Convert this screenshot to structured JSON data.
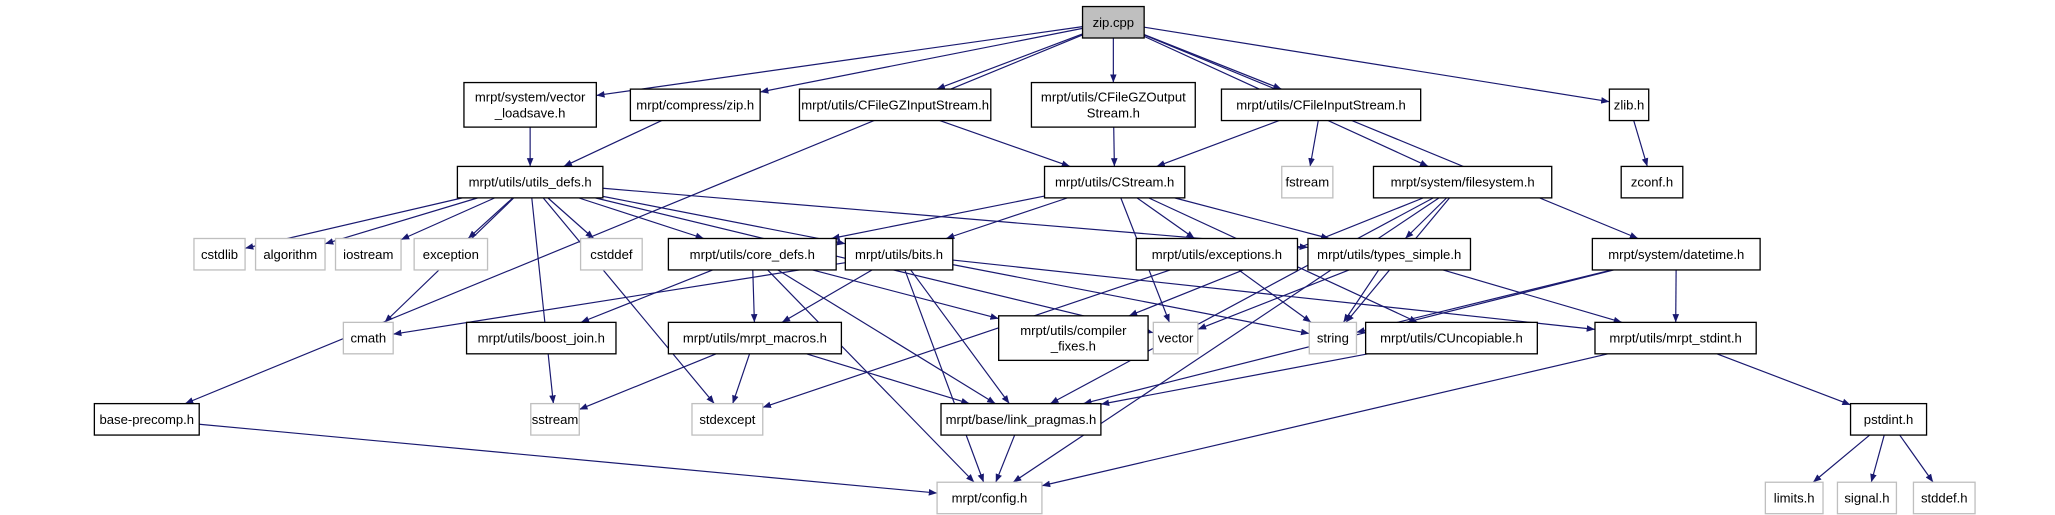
{
  "title": "zip.cpp",
  "colors": {
    "edge": "#191970",
    "root_fill": "#bfbfbf",
    "system_border": "#bfbfbf"
  },
  "nodes": {
    "zip_cpp": {
      "lines": [
        "zip.cpp"
      ],
      "kind": "root"
    },
    "vector_loadsave": {
      "lines": [
        "mrpt/system/vector",
        "_loadsave.h"
      ],
      "kind": "local"
    },
    "compress_zip": {
      "lines": [
        "mrpt/compress/zip.h"
      ],
      "kind": "local"
    },
    "gzin": {
      "lines": [
        "mrpt/utils/CFileGZInputStream.h"
      ],
      "kind": "local"
    },
    "gzout": {
      "lines": [
        "mrpt/utils/CFileGZOutput",
        "Stream.h"
      ],
      "kind": "local"
    },
    "finput": {
      "lines": [
        "mrpt/utils/CFileInputStream.h"
      ],
      "kind": "local"
    },
    "zlib": {
      "lines": [
        "zlib.h"
      ],
      "kind": "local"
    },
    "utils_defs": {
      "lines": [
        "mrpt/utils/utils_defs.h"
      ],
      "kind": "local"
    },
    "cstream": {
      "lines": [
        "mrpt/utils/CStream.h"
      ],
      "kind": "local"
    },
    "fstream": {
      "lines": [
        "fstream"
      ],
      "kind": "system"
    },
    "filesystem": {
      "lines": [
        "mrpt/system/filesystem.h"
      ],
      "kind": "local"
    },
    "zconf": {
      "lines": [
        "zconf.h"
      ],
      "kind": "local"
    },
    "cstdlib": {
      "lines": [
        "cstdlib"
      ],
      "kind": "system"
    },
    "algorithm": {
      "lines": [
        "algorithm"
      ],
      "kind": "system"
    },
    "iostream": {
      "lines": [
        "iostream"
      ],
      "kind": "system"
    },
    "exception": {
      "lines": [
        "exception"
      ],
      "kind": "system"
    },
    "cstddef": {
      "lines": [
        "cstddef"
      ],
      "kind": "system"
    },
    "core_defs": {
      "lines": [
        "mrpt/utils/core_defs.h"
      ],
      "kind": "local"
    },
    "bits": {
      "lines": [
        "mrpt/utils/bits.h"
      ],
      "kind": "local"
    },
    "exceptions": {
      "lines": [
        "mrpt/utils/exceptions.h"
      ],
      "kind": "local"
    },
    "types_simple": {
      "lines": [
        "mrpt/utils/types_simple.h"
      ],
      "kind": "local"
    },
    "datetime": {
      "lines": [
        "mrpt/system/datetime.h"
      ],
      "kind": "local"
    },
    "cmath": {
      "lines": [
        "cmath"
      ],
      "kind": "system"
    },
    "boost_join": {
      "lines": [
        "mrpt/utils/boost_join.h"
      ],
      "kind": "local"
    },
    "mrpt_macros": {
      "lines": [
        "mrpt/utils/mrpt_macros.h"
      ],
      "kind": "local"
    },
    "compiler_fixes": {
      "lines": [
        "mrpt/utils/compiler",
        "_fixes.h"
      ],
      "kind": "local"
    },
    "vector": {
      "lines": [
        "vector"
      ],
      "kind": "system"
    },
    "string": {
      "lines": [
        "string"
      ],
      "kind": "system"
    },
    "cuncopiable": {
      "lines": [
        "mrpt/utils/CUncopiable.h"
      ],
      "kind": "local"
    },
    "mrpt_stdint": {
      "lines": [
        "mrpt/utils/mrpt_stdint.h"
      ],
      "kind": "local"
    },
    "base_precomp": {
      "lines": [
        "base-precomp.h"
      ],
      "kind": "local"
    },
    "sstream": {
      "lines": [
        "sstream"
      ],
      "kind": "system"
    },
    "stdexcept": {
      "lines": [
        "stdexcept"
      ],
      "kind": "system"
    },
    "link_pragmas": {
      "lines": [
        "mrpt/base/link_pragmas.h"
      ],
      "kind": "local"
    },
    "pstdint": {
      "lines": [
        "pstdint.h"
      ],
      "kind": "local"
    },
    "config": {
      "lines": [
        "mrpt/config.h"
      ],
      "kind": "system"
    },
    "limits": {
      "lines": [
        "limits.h"
      ],
      "kind": "system"
    },
    "signal": {
      "lines": [
        "signal.h"
      ],
      "kind": "system"
    },
    "stddef": {
      "lines": [
        "stddef.h"
      ],
      "kind": "system"
    }
  },
  "edges": [
    [
      "zip_cpp",
      "vector_loadsave"
    ],
    [
      "zip_cpp",
      "compress_zip"
    ],
    [
      "zip_cpp",
      "gzin"
    ],
    [
      "zip_cpp",
      "gzout"
    ],
    [
      "zip_cpp",
      "finput"
    ],
    [
      "zip_cpp",
      "zlib"
    ],
    [
      "zip_cpp",
      "filesystem"
    ],
    [
      "zip_cpp",
      "datetime"
    ],
    [
      "zip_cpp",
      "base_precomp"
    ],
    [
      "vector_loadsave",
      "utils_defs"
    ],
    [
      "compress_zip",
      "utils_defs"
    ],
    [
      "gzin",
      "cstream"
    ],
    [
      "gzout",
      "cstream"
    ],
    [
      "finput",
      "cstream"
    ],
    [
      "finput",
      "fstream"
    ],
    [
      "zlib",
      "zconf"
    ],
    [
      "utils_defs",
      "cstdlib"
    ],
    [
      "utils_defs",
      "algorithm"
    ],
    [
      "utils_defs",
      "iostream"
    ],
    [
      "utils_defs",
      "exception"
    ],
    [
      "utils_defs",
      "cstddef"
    ],
    [
      "utils_defs",
      "core_defs"
    ],
    [
      "utils_defs",
      "bits"
    ],
    [
      "utils_defs",
      "cmath"
    ],
    [
      "utils_defs",
      "types_simple"
    ],
    [
      "utils_defs",
      "vector"
    ],
    [
      "utils_defs",
      "sstream"
    ],
    [
      "utils_defs",
      "stdexcept"
    ],
    [
      "cstream",
      "core_defs"
    ],
    [
      "cstream",
      "bits"
    ],
    [
      "cstream",
      "exceptions"
    ],
    [
      "cstream",
      "types_simple"
    ],
    [
      "cstream",
      "vector"
    ],
    [
      "cstream",
      "cuncopiable"
    ],
    [
      "filesystem",
      "types_simple"
    ],
    [
      "filesystem",
      "string"
    ],
    [
      "filesystem",
      "compiler_fixes"
    ],
    [
      "filesystem",
      "link_pragmas"
    ],
    [
      "filesystem",
      "config"
    ],
    [
      "core_defs",
      "boost_join"
    ],
    [
      "core_defs",
      "mrpt_macros"
    ],
    [
      "core_defs",
      "compiler_fixes"
    ],
    [
      "core_defs",
      "link_pragmas"
    ],
    [
      "core_defs",
      "config"
    ],
    [
      "bits",
      "cmath"
    ],
    [
      "bits",
      "mrpt_macros"
    ],
    [
      "bits",
      "link_pragmas"
    ],
    [
      "bits",
      "config"
    ],
    [
      "bits",
      "string"
    ],
    [
      "bits",
      "mrpt_stdint"
    ],
    [
      "exceptions",
      "string"
    ],
    [
      "exceptions",
      "stdexcept"
    ],
    [
      "types_simple",
      "vector"
    ],
    [
      "types_simple",
      "string"
    ],
    [
      "types_simple",
      "mrpt_stdint"
    ],
    [
      "datetime",
      "string"
    ],
    [
      "datetime",
      "mrpt_stdint"
    ],
    [
      "datetime",
      "link_pragmas"
    ],
    [
      "mrpt_macros",
      "sstream"
    ],
    [
      "mrpt_macros",
      "stdexcept"
    ],
    [
      "mrpt_macros",
      "link_pragmas"
    ],
    [
      "cuncopiable",
      "link_pragmas"
    ],
    [
      "mrpt_stdint",
      "config"
    ],
    [
      "mrpt_stdint",
      "pstdint"
    ],
    [
      "link_pragmas",
      "config"
    ],
    [
      "base_precomp",
      "config"
    ],
    [
      "pstdint",
      "limits"
    ],
    [
      "pstdint",
      "signal"
    ],
    [
      "pstdint",
      "stddef"
    ]
  ]
}
